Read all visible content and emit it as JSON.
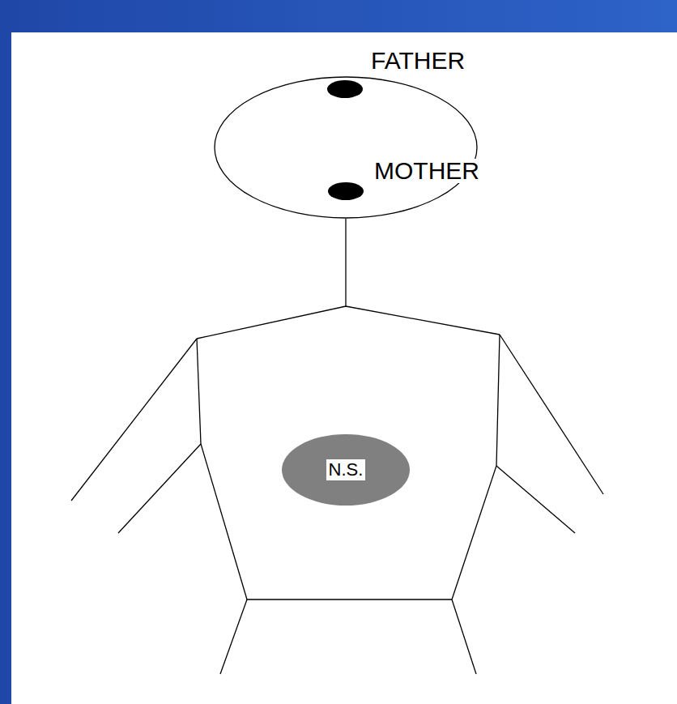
{
  "diagram": {
    "nodes": [
      {
        "text": [
          "N.S."
        ]
      }
    ],
    "labels": [
      "FATHER",
      "MOTHER"
    ]
  }
}
